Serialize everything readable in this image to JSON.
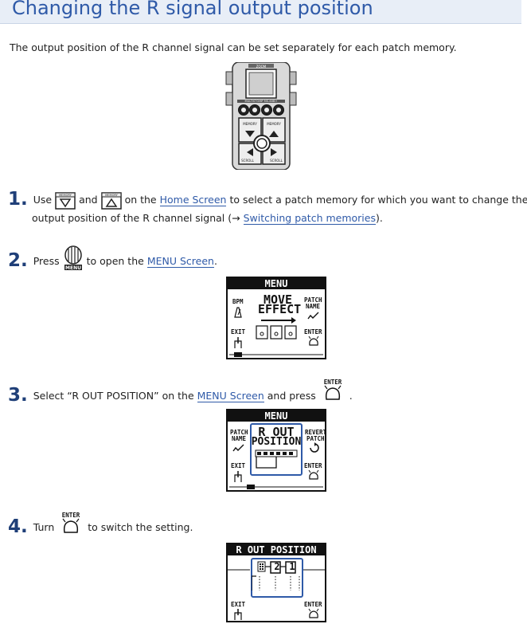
{
  "page": {
    "title": "Changing the R signal output position",
    "intro": "The output position of the R channel signal can be set separately for each patch memory."
  },
  "device": {
    "brand": "ZOOM",
    "model": "MULTISTOMP MS-60B+",
    "labels": {
      "memory_down": "MEMORY",
      "memory_up": "MEMORY",
      "scroll_left": "SCROLL",
      "scroll_right": "SCROLL"
    }
  },
  "steps": [
    {
      "num": "1.",
      "t1": "Use",
      "t2": "and",
      "t3": "on the",
      "link1": "Home Screen",
      "t4": "to select a patch memory for which you want to change the",
      "t5": "output position of the R channel signal (→",
      "link2": "Switching patch memories",
      "t6": ").",
      "icon_label": "MEMORY"
    },
    {
      "num": "2.",
      "t1": "Press",
      "t2": "to open the",
      "link1": "MENU Screen",
      "t3": ".",
      "icon_label": "MENU"
    },
    {
      "num": "3.",
      "t1": "Select “R OUT POSITION” on the",
      "link1": "MENU Screen",
      "t2": "and press",
      "t3": ".",
      "icon_label": "ENTER"
    },
    {
      "num": "4.",
      "t1": "Turn",
      "t2": "to switch the setting.",
      "icon_label": "ENTER"
    }
  ],
  "screens": {
    "menu": {
      "header": "MENU",
      "left_label": "BPM",
      "center_line1": "MOVE",
      "center_line2": "EFFECT",
      "right_line1": "PATCH",
      "right_line2": "NAME",
      "exit": "EXIT",
      "enter": "ENTER"
    },
    "menu_rout": {
      "header": "MENU",
      "left_line1": "PATCH",
      "left_line2": "NAME",
      "center_line1": "R OUT",
      "center_line2": "POSITION",
      "right_line1": "REVERT",
      "right_line2": "PATCH",
      "exit": "EXIT",
      "enter": "ENTER"
    },
    "rout": {
      "header": "R OUT POSITION",
      "pos2": "2",
      "pos1": "1",
      "exit": "EXIT",
      "enter": "ENTER"
    }
  }
}
